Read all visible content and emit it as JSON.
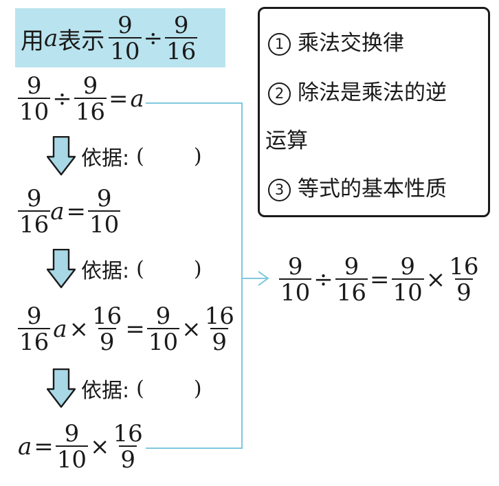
{
  "title": {
    "prefix": "用",
    "var": "a",
    "suffix": "表示",
    "f1_num": "9",
    "f1_den": "10",
    "op": "÷",
    "f2_num": "9",
    "f2_den": "16"
  },
  "step1": {
    "f1_num": "9",
    "f1_den": "10",
    "op": "÷",
    "f2_num": "9",
    "f2_den": "16",
    "eq": "=",
    "var": "a"
  },
  "basis": {
    "label": "依据:",
    "open": "(",
    "close": ")"
  },
  "step2": {
    "f1_num": "9",
    "f1_den": "16",
    "var": "a",
    "eq": "=",
    "f2_num": "9",
    "f2_den": "10"
  },
  "step3": {
    "f1_num": "9",
    "f1_den": "16",
    "var": "a",
    "times": "×",
    "f2_num": "16",
    "f2_den": "9",
    "eq": "=",
    "f3_num": "9",
    "f3_den": "10",
    "times2": "×",
    "f4_num": "16",
    "f4_den": "9"
  },
  "step4": {
    "var": "a",
    "eq": "=",
    "f1_num": "9",
    "f1_den": "10",
    "times": "×",
    "f2_num": "16",
    "f2_den": "9"
  },
  "result": {
    "f1_num": "9",
    "f1_den": "10",
    "op": "÷",
    "f2_num": "9",
    "f2_den": "16",
    "eq": "=",
    "f3_num": "9",
    "f3_den": "10",
    "times": "×",
    "f4_num": "16",
    "f4_den": "9"
  },
  "options": [
    {
      "num": "1",
      "text": "乘法交换律"
    },
    {
      "num": "2",
      "text": "除法是乘法的逆",
      "cont": "运算"
    },
    {
      "num": "3",
      "text": "等式的基本性质"
    }
  ],
  "colors": {
    "title_bg": "#b9e3ee",
    "arrow_fill": "#a8d8e6",
    "connector": "#7fc8de"
  }
}
